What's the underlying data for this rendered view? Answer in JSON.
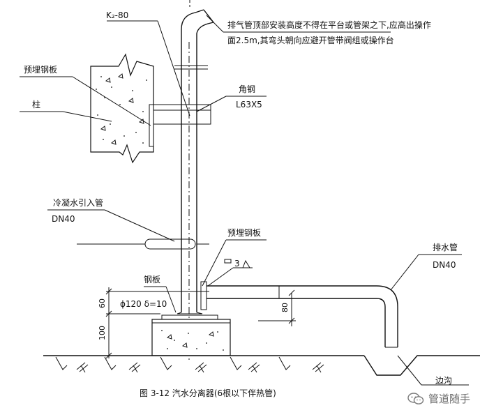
{
  "diagram": {
    "labels": {
      "k_spec": "K₂-80",
      "note_line1": "排气管顶部安装高度不得在平台或管架之下,应高出操作",
      "note_line2": "面2.5m,其弯头朝向应避开管带阀组或操作台",
      "embedded_plate_top": "预埋钢板",
      "column": "柱",
      "angle_steel": "角钢",
      "angle_steel_spec": "L63X5",
      "condensate_inlet": "冷凝水引入管",
      "condensate_inlet_dn": "DN40",
      "embedded_plate_mid": "预埋钢板",
      "weld_mark": "3",
      "drain_pipe": "排水管",
      "drain_pipe_dn": "DN40",
      "steel_plate": "钢板",
      "plate_spec": "ϕ120 δ=10",
      "dim_60": "60",
      "dim_100": "100",
      "dim_80": "80",
      "ditch": "边沟"
    },
    "caption": "图 3-12  汽水分离器(6根以下伴热管)"
  },
  "watermark": {
    "text": "管道随手"
  }
}
